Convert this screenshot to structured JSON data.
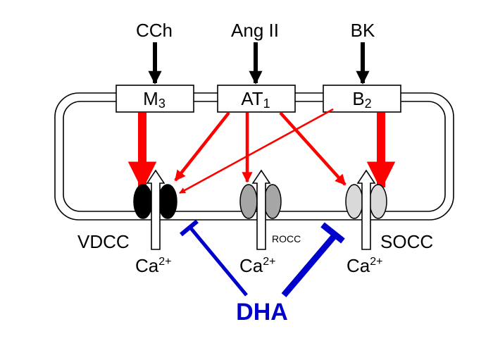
{
  "agonists": {
    "cch": "CCh",
    "ang2": "Ang II",
    "bk": "BK"
  },
  "receptors": {
    "m3_base": "M",
    "m3_sub": "3",
    "at1_base": "AT",
    "at1_sub": "1",
    "b2_base": "B",
    "b2_sub": "2"
  },
  "channels": {
    "vdcc": "VDCC",
    "rocc": "ROCC",
    "socc": "SOCC"
  },
  "ion": {
    "base": "Ca",
    "sup": "2+"
  },
  "inhibitor": {
    "label": "DHA"
  },
  "colors": {
    "activation": "#ff0000",
    "inhibition": "#0000cc",
    "vdcc_fill": "#000000",
    "rocc_fill": "#a6a6a6",
    "socc_fill": "#d9d9d9"
  }
}
